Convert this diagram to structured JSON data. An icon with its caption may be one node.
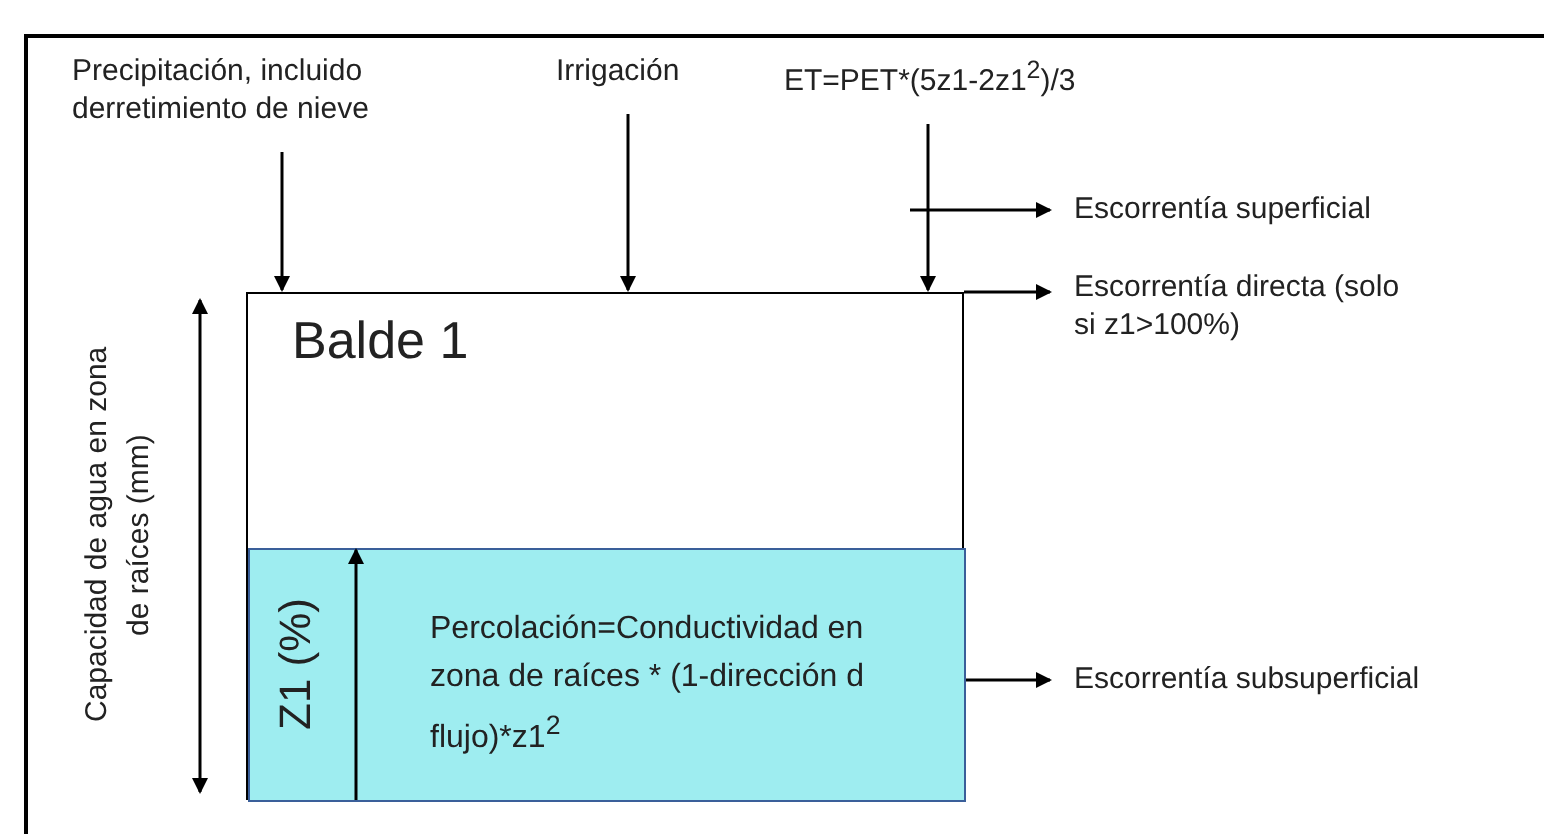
{
  "diagram": {
    "nodes": [
      {
        "text": [
          "Precipitación, incluido derretimiento de nieve"
        ]
      },
      {
        "text": [
          "Irrigación"
        ]
      },
      {
        "text": [
          "ET=PET*(5z1-2z1$^{2}$)/3"
        ]
      },
      {
        "text": [
          "Escorrentía superficial"
        ]
      },
      {
        "text": [
          "Escorrentía directa (solo si z1>100%)"
        ]
      },
      {
        "text": [
          "Escorrentía subsuperficial"
        ]
      },
      {
        "text": [
          "Balde 1"
        ]
      },
      {
        "text": [
          "Z1 (%)",
          "Percolación=Conductividad en zona de raíces * (1-dirección d flujo)*z1$^{2}$"
        ],
        "in": 6
      }
    ],
    "edges": [
      {
        "from": 0,
        "to": 6,
        "arrow": "to"
      },
      {
        "from": 1,
        "to": 6,
        "arrow": "to"
      },
      {
        "from": 2,
        "to": 6,
        "arrow": "to"
      },
      {
        "from": null,
        "to": 3,
        "arrow": "to"
      },
      {
        "from": 6,
        "to": 4,
        "arrow": "to"
      },
      {
        "from": 7,
        "to": 5,
        "arrow": "to"
      }
    ],
    "labels": [
      "Capacidad de agua en zona de raíces (mm)"
    ]
  }
}
